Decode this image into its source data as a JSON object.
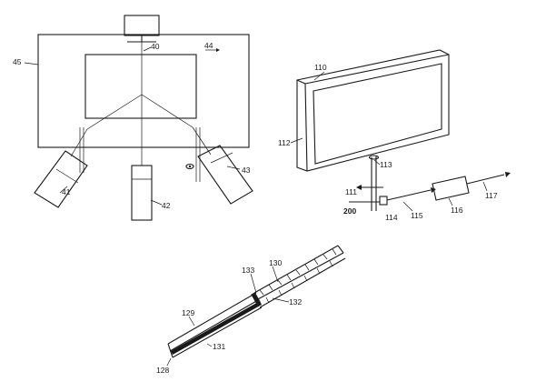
{
  "figure_left": {
    "labels": {
      "frame": "45",
      "beam": "40",
      "arrow": "44",
      "cam_left": "41",
      "cam_right": "43",
      "cam_bottom": "42"
    }
  },
  "figure_right": {
    "labels": {
      "display": "110",
      "screen": "112",
      "mount": "113",
      "axis": "111",
      "ray": "200",
      "sensor": "114",
      "link": "115",
      "unit": "116",
      "output": "117"
    }
  },
  "figure_bottom": {
    "labels": {
      "layer_top": "130",
      "gap": "133",
      "layer_mid": "132",
      "layer_outer": "129",
      "layer_bottom": "131",
      "base": "128"
    }
  }
}
